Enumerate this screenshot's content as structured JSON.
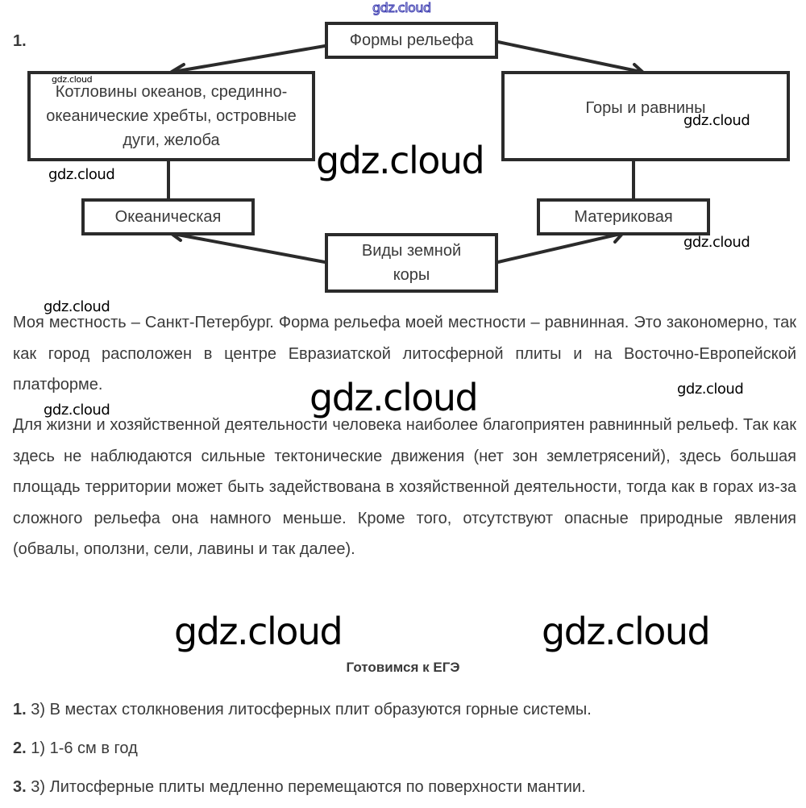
{
  "task_number": "1.",
  "diagram": {
    "relief_forms": "Формы рельефа",
    "ocean_relief": "Котловины океанов, срединно-океанические хребты, островные дуги, желоба",
    "continent_relief": "Горы и равнины",
    "oceanic": "Океаническая",
    "continental": "Материковая",
    "crust_types": "Виды земной коры"
  },
  "paragraphs": [
    "Моя местность – Санкт-Петербург. Форма рельефа моей местности – равнинная. Это закономерно, так как город расположен в центре Евразиатской литосферной плиты и на Восточно-Европейской платформе.",
    "Для жизни и хозяйственной деятельности человека наиболее благоприятен равнинный рельеф. Так как здесь не наблюдаются сильные тектонические движения (нет зон землетрясений), здесь большая площадь территории может быть задействована в хозяйственной деятельности, тогда как в горах из-за сложного рельефа она намного меньше. Кроме того, отсутствуют опасные природные явления (обвалы, оползни, сели, лавины и так далее)."
  ],
  "exam_section": {
    "heading": "Готовимся к ЕГЭ",
    "answers": [
      {
        "num": "1.",
        "text": " 3) В местах столкновения литосферных плит образуются горные системы."
      },
      {
        "num": "2.",
        "text": " 1) 1-6 см в год"
      },
      {
        "num": "3.",
        "text": " 3) Литосферные плиты медленно перемещаются по поверхности мантии."
      }
    ]
  },
  "watermark": "gdz.cloud"
}
